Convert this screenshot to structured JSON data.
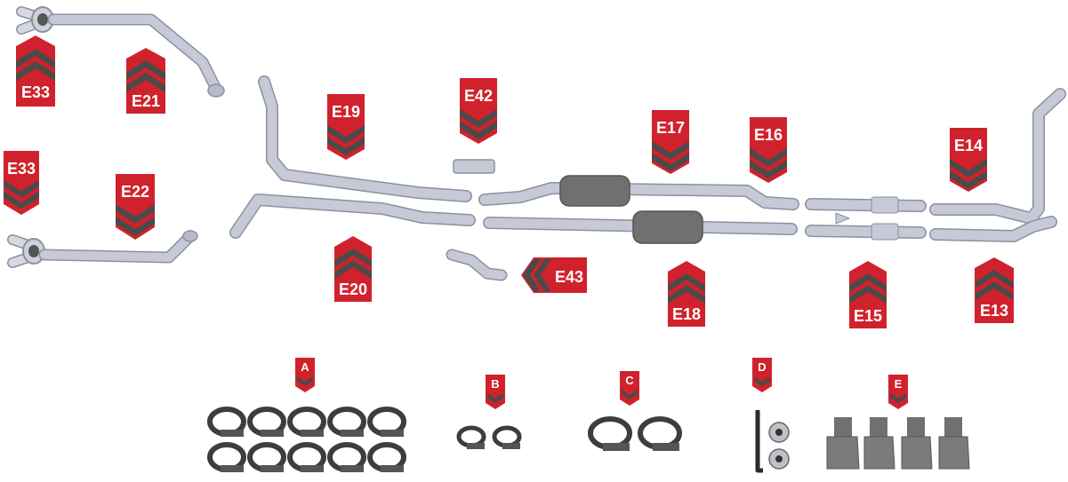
{
  "colors": {
    "tag_red": "#d0222c",
    "chevron_dark": "#4a4a4a",
    "pipe": "#c3c6d3",
    "pipe_edge": "#8d90a0",
    "muffler": "#6f716f",
    "clamp": "#3d3d3d"
  },
  "parts": {
    "E13": "E13",
    "E14": "E14",
    "E15": "E15",
    "E16": "E16",
    "E17": "E17",
    "E18": "E18",
    "E19": "E19",
    "E20": "E20",
    "E21": "E21",
    "E22": "E22",
    "E33": "E33",
    "E42": "E42",
    "E43": "E43"
  },
  "kits": {
    "A": "A",
    "B": "B",
    "C": "C",
    "D": "D",
    "E": "E"
  }
}
